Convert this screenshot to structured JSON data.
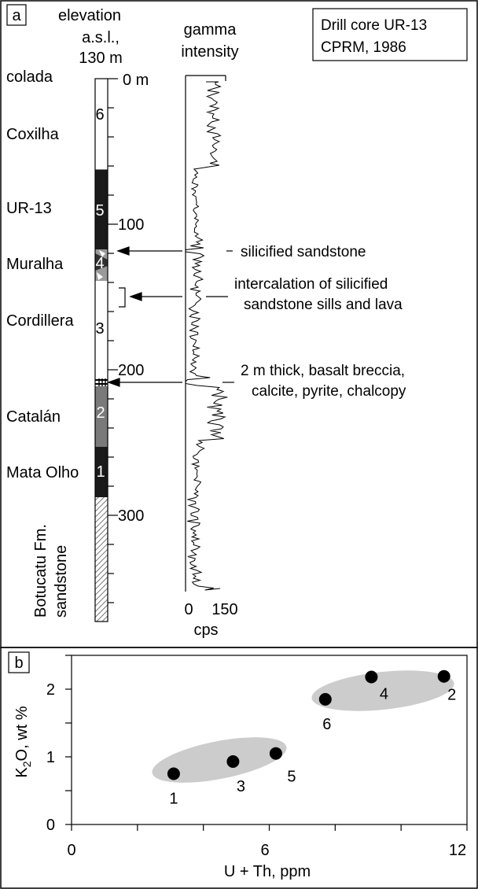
{
  "panel_a": {
    "label": "a",
    "header_elevation": [
      "elevation",
      "a.s.l.,",
      "130 m"
    ],
    "header_gamma": [
      "gamma",
      "intensity"
    ],
    "legend_box": [
      "Drill core UR-13",
      "CPRM, 1986"
    ],
    "depth_labels": [
      "0 m",
      "100",
      "200",
      "300"
    ],
    "formations": [
      {
        "name": "colada",
        "number": ""
      },
      {
        "name": "Coxilha",
        "number": "6"
      },
      {
        "name": "UR-13",
        "number": "5"
      },
      {
        "name": "Muralha",
        "number": "4"
      },
      {
        "name": "Cordillera",
        "number": "3"
      },
      {
        "name": "Catalán",
        "number": "2"
      },
      {
        "name": "Mata Olho",
        "number": "1"
      }
    ],
    "basement_label": [
      "Botucatu Fm.",
      "sandstone"
    ],
    "annotations": [
      {
        "lines": [
          "silicified sandstone"
        ]
      },
      {
        "lines": [
          "intercalation of silicified",
          "sandstone sills and lava"
        ]
      },
      {
        "lines": [
          "2 m thick, basalt breccia,",
          "calcite, pyrite, chalcopy"
        ]
      }
    ],
    "gamma_axis": {
      "ticks": [
        "0",
        "150"
      ],
      "unit": "cps"
    },
    "colors": {
      "black_unit": "#1a1a1a",
      "grey_unit": "#7a7a7a",
      "white_unit": "#ffffff",
      "hatch": "#555555"
    }
  },
  "panel_b": {
    "label": "b",
    "chart_data": {
      "type": "scatter",
      "xlabel": "U + Th, ppm",
      "ylabel": "K2O, wt %",
      "xlim": [
        0,
        12
      ],
      "ylim": [
        0,
        2.5
      ],
      "x_ticks": [
        "0",
        "6",
        "12"
      ],
      "y_ticks": [
        "0",
        "1",
        "2"
      ],
      "points": [
        {
          "label": "1",
          "x": 3.1,
          "y": 0.75
        },
        {
          "label": "3",
          "x": 4.9,
          "y": 0.93
        },
        {
          "label": "5",
          "x": 6.2,
          "y": 1.05
        },
        {
          "label": "6",
          "x": 7.7,
          "y": 1.85
        },
        {
          "label": "4",
          "x": 9.1,
          "y": 2.18
        },
        {
          "label": "2",
          "x": 11.3,
          "y": 2.19
        }
      ],
      "point_color": "#000000",
      "ellipse_color": "#cccccc"
    }
  }
}
